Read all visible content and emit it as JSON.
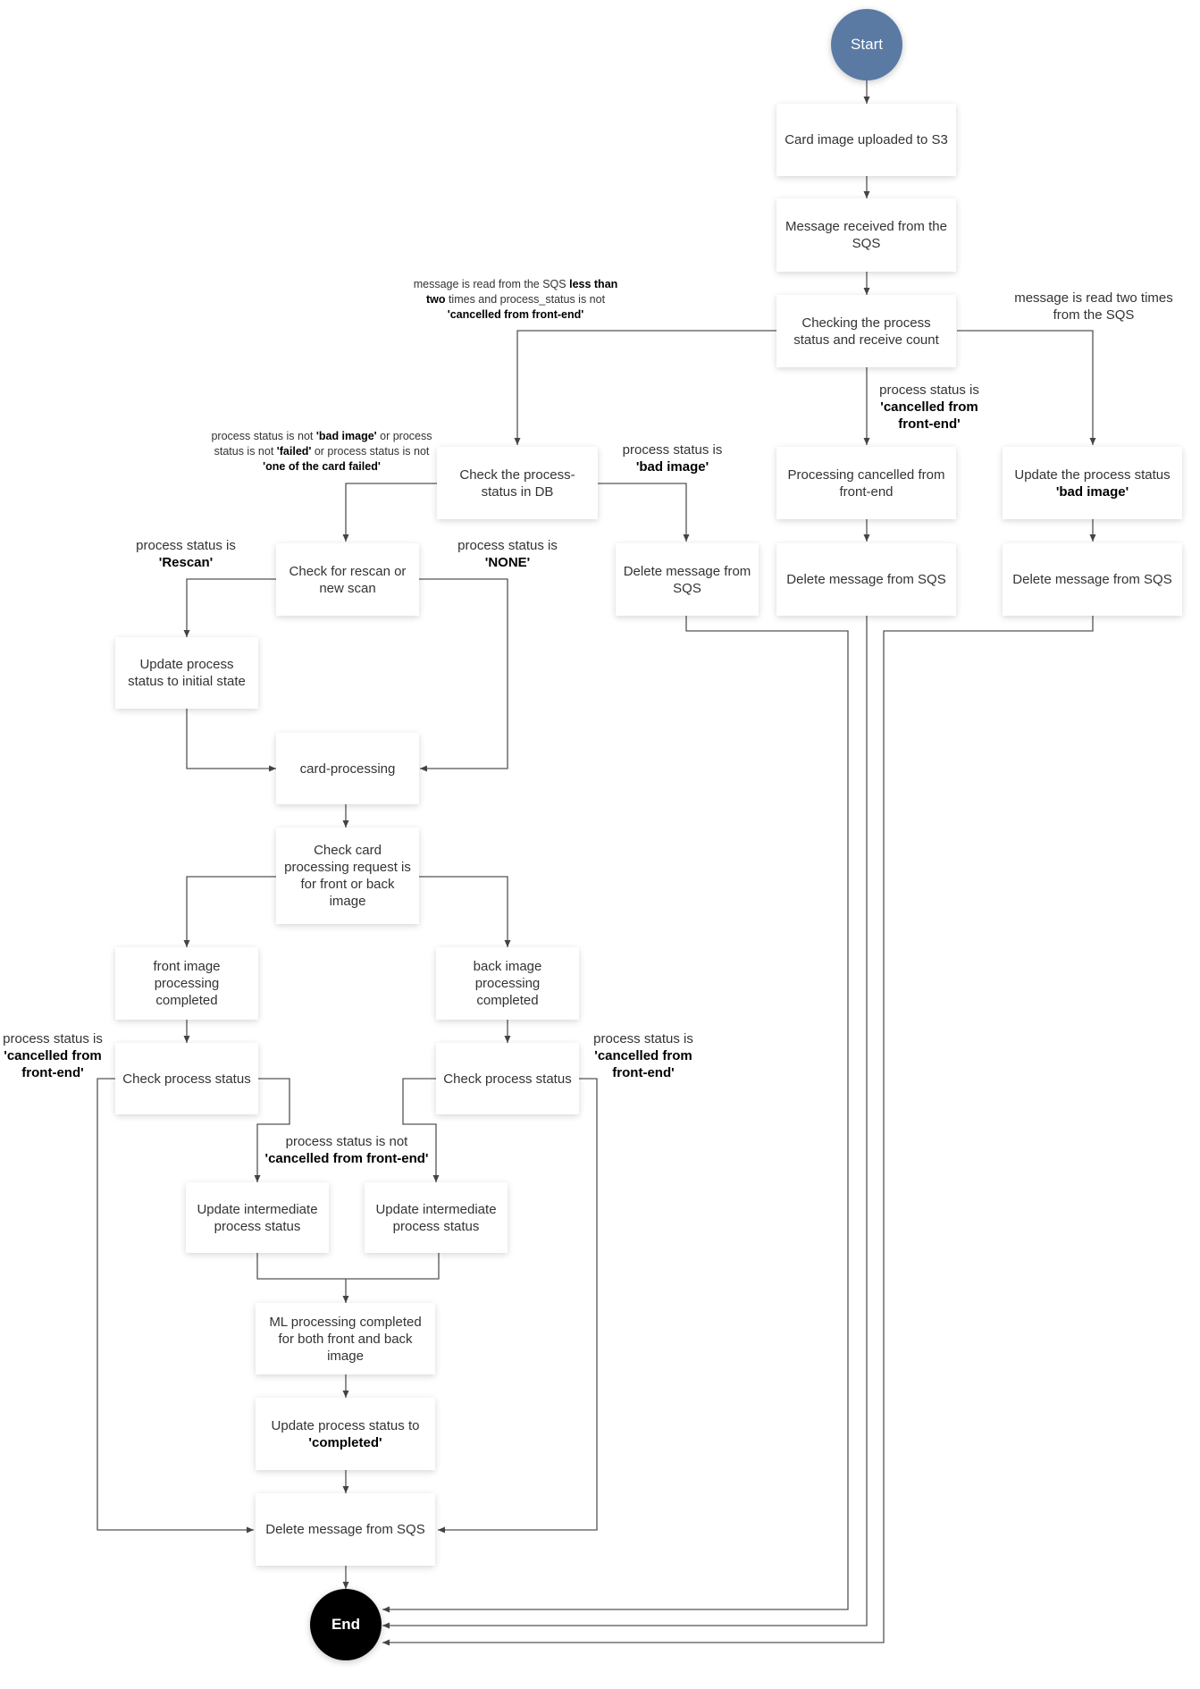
{
  "nodes": {
    "start": {
      "text": "Start"
    },
    "n1": {
      "segments": [
        {
          "t": "Card image uploaded to S3"
        }
      ]
    },
    "n2": {
      "segments": [
        {
          "t": "Message received from the SQS"
        }
      ]
    },
    "n3": {
      "segments": [
        {
          "t": "Checking the process status and receive count"
        }
      ]
    },
    "n4": {
      "segments": [
        {
          "t": "Check the process-status in DB"
        }
      ]
    },
    "n5": {
      "segments": [
        {
          "t": "Processing cancelled from front-end"
        }
      ]
    },
    "n6": {
      "segments": [
        {
          "t": "Update the process status "
        },
        {
          "t": "'bad image'",
          "b": true
        }
      ]
    },
    "n7": {
      "segments": [
        {
          "t": "Delete message from SQS"
        }
      ]
    },
    "n8": {
      "segments": [
        {
          "t": "Delete message from SQS"
        }
      ]
    },
    "n9": {
      "segments": [
        {
          "t": "Delete message from SQS"
        }
      ]
    },
    "n10": {
      "segments": [
        {
          "t": "Check for rescan or new scan"
        }
      ]
    },
    "n11": {
      "segments": [
        {
          "t": "Update process status to initial state"
        }
      ]
    },
    "n12": {
      "segments": [
        {
          "t": "card-processing"
        }
      ]
    },
    "n13": {
      "segments": [
        {
          "t": "Check card processing request is for front or back image"
        }
      ]
    },
    "n14": {
      "segments": [
        {
          "t": "front image processing completed"
        }
      ]
    },
    "n15": {
      "segments": [
        {
          "t": "back image processing completed"
        }
      ]
    },
    "n16": {
      "segments": [
        {
          "t": "Check process status"
        }
      ]
    },
    "n17": {
      "segments": [
        {
          "t": "Check process status"
        }
      ]
    },
    "n18": {
      "segments": [
        {
          "t": "Update intermediate process status"
        }
      ]
    },
    "n19": {
      "segments": [
        {
          "t": "Update intermediate process status"
        }
      ]
    },
    "n20": {
      "segments": [
        {
          "t": "ML processing completed for both front and back image"
        }
      ]
    },
    "n21": {
      "segments": [
        {
          "t": "Update process status to "
        },
        {
          "t": "'completed'",
          "b": true
        }
      ]
    },
    "n22": {
      "segments": [
        {
          "t": "Delete message from SQS"
        }
      ]
    },
    "end": {
      "text": "End"
    }
  },
  "labels": {
    "l1": {
      "segments": [
        {
          "t": "message is read from the SQS "
        },
        {
          "t": "less than two",
          "b": true
        },
        {
          "t": " times and process_status is not "
        },
        {
          "t": "'cancelled from front-end'",
          "b": true
        }
      ]
    },
    "l2": {
      "segments": [
        {
          "t": "message is read two times from the SQS"
        }
      ]
    },
    "l3": {
      "segments": [
        {
          "t": "process status is "
        },
        {
          "t": "'cancelled from front-end'",
          "b": true
        }
      ]
    },
    "l4": {
      "segments": [
        {
          "t": "process status is not "
        },
        {
          "t": "'bad image'",
          "b": true
        },
        {
          "t": " or process status is not "
        },
        {
          "t": "'failed'",
          "b": true
        },
        {
          "t": " or process status is not "
        },
        {
          "t": "'one of the card failed'",
          "b": true
        }
      ]
    },
    "l5": {
      "segments": [
        {
          "t": "process status is "
        },
        {
          "t": "'bad image'",
          "b": true
        }
      ]
    },
    "l6": {
      "segments": [
        {
          "t": "process status is "
        },
        {
          "t": "'Rescan'",
          "b": true
        }
      ]
    },
    "l7": {
      "segments": [
        {
          "t": "process status is "
        },
        {
          "t": "'NONE'",
          "b": true
        }
      ]
    },
    "l8": {
      "segments": [
        {
          "t": "process status is "
        },
        {
          "t": "'cancelled from front-end'",
          "b": true
        }
      ]
    },
    "l9": {
      "segments": [
        {
          "t": "process status is "
        },
        {
          "t": "'cancelled from front-end'",
          "b": true
        }
      ]
    },
    "l10": {
      "segments": [
        {
          "t": "process status is not "
        },
        {
          "t": "'cancelled from front-end'",
          "b": true
        }
      ]
    }
  }
}
